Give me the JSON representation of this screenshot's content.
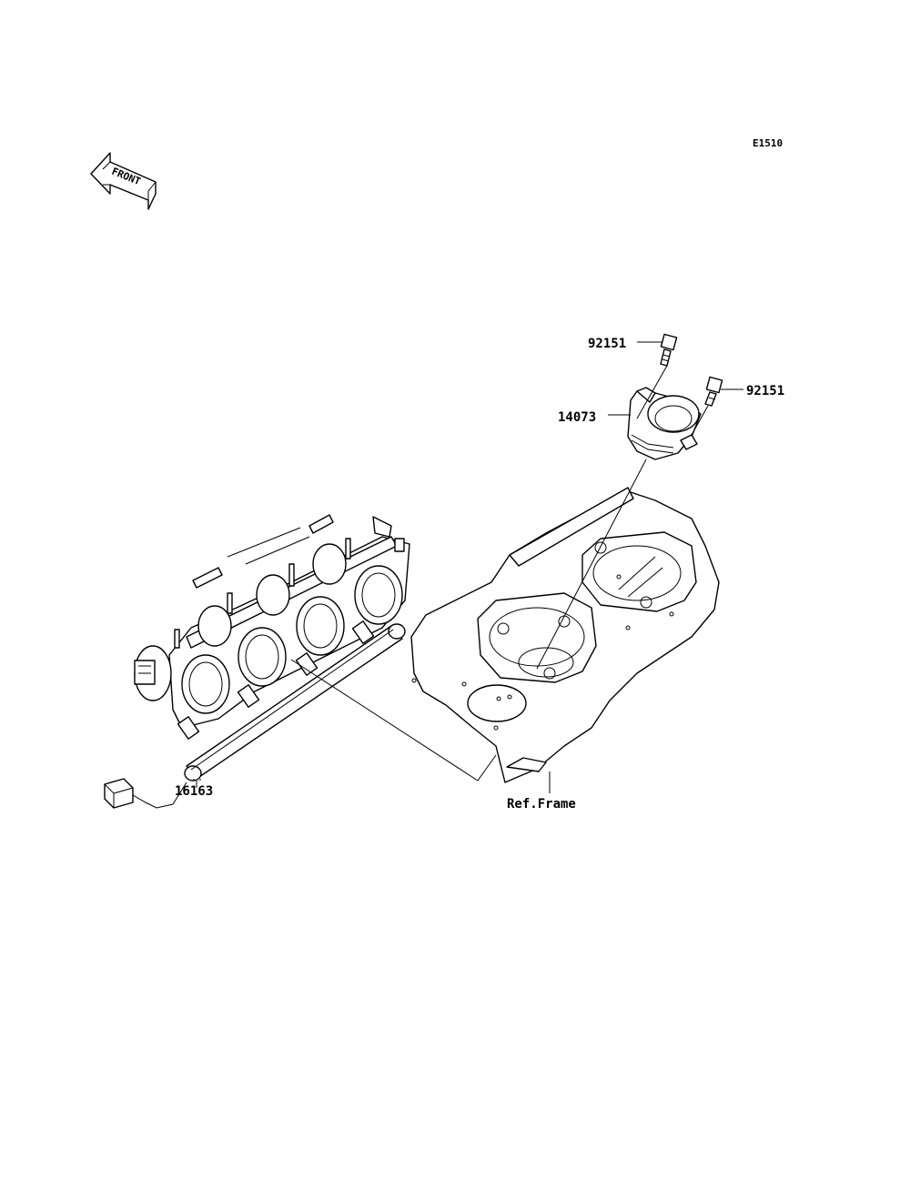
{
  "diagram_code": "E1510",
  "front_label": "FRONT",
  "parts": [
    {
      "number": "92151"
    },
    {
      "number": "92151"
    },
    {
      "number": "14073"
    },
    {
      "number": "16163"
    }
  ],
  "ref_label": "Ref.Frame"
}
